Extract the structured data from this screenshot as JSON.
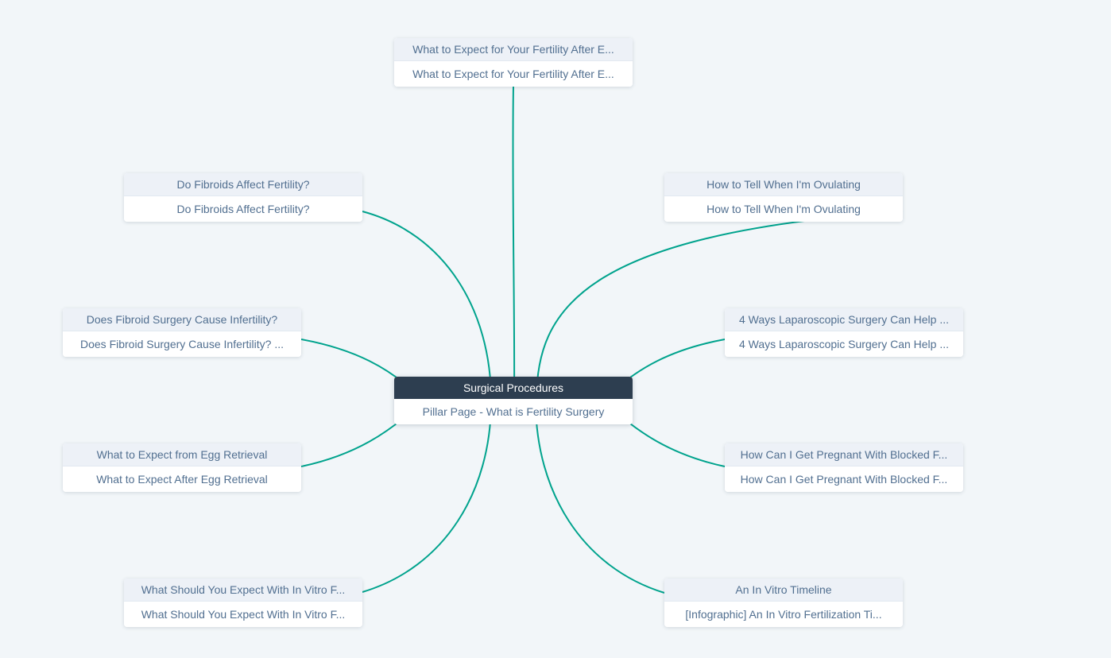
{
  "diagram": {
    "type": "topic-cluster-map",
    "colors": {
      "background": "#f2f6f9",
      "connector_line": "#00a38d",
      "card_header_bg": "#edf1f7",
      "card_text": "#516f90",
      "center_header_bg": "#2d3e50",
      "center_header_text": "#ffffff"
    }
  },
  "center_node": {
    "topic": "Surgical Procedures",
    "title": "Pillar Page - What is Fertility Surgery"
  },
  "subtopics": [
    {
      "position": "top",
      "topic": "What to Expect for Your Fertility After E...",
      "title": "What to Expect for Your Fertility After E..."
    },
    {
      "position": "upper-left",
      "topic": "Do Fibroids Affect Fertility?",
      "title": "Do Fibroids Affect Fertility?"
    },
    {
      "position": "upper-right",
      "topic": "How to Tell When I'm Ovulating",
      "title": "How to Tell When I'm Ovulating"
    },
    {
      "position": "mid-left",
      "topic": "Does Fibroid Surgery Cause Infertility?",
      "title": "Does Fibroid Surgery Cause Infertility? ..."
    },
    {
      "position": "mid-right",
      "topic": "4 Ways Laparoscopic Surgery Can Help ...",
      "title": "4 Ways Laparoscopic Surgery Can Help ..."
    },
    {
      "position": "lower-left",
      "topic": "What to Expect from Egg Retrieval",
      "title": "What to Expect After Egg Retrieval"
    },
    {
      "position": "lower-right",
      "topic": "How Can I Get Pregnant With Blocked F...",
      "title": "How Can I Get Pregnant With Blocked F..."
    },
    {
      "position": "bottom-left",
      "topic": "What Should You Expect With In Vitro F...",
      "title": "What Should You Expect With In Vitro F..."
    },
    {
      "position": "bottom-right",
      "topic": "An In Vitro Timeline",
      "title": "[Infographic] An In Vitro Fertilization Ti..."
    }
  ]
}
